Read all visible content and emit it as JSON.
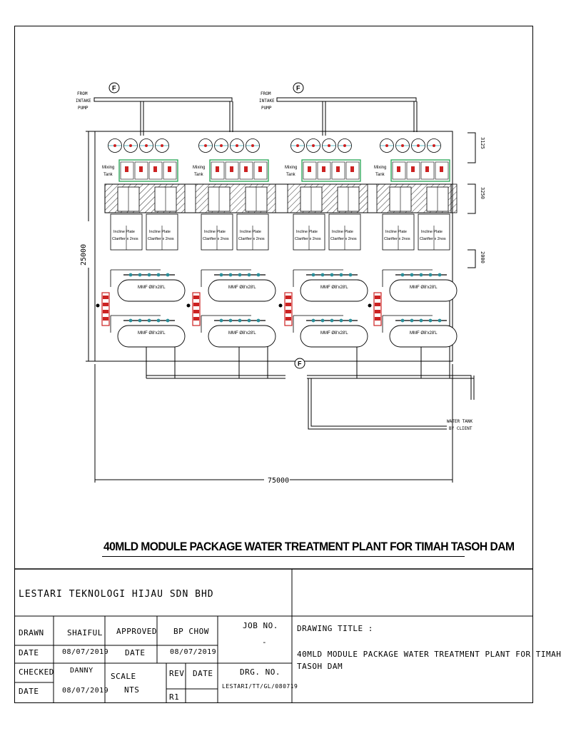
{
  "drawing": {
    "title": "40MLD MODULE PACKAGE WATER TREATMENT PLANT FOR TIMAH TASOH DAM",
    "intake_label_1": "FROM",
    "intake_label_2": "INTAKE",
    "intake_label_3": "PUMP",
    "flow_meter_symbol": "F",
    "mixing_tank_label_1": "Mixing",
    "mixing_tank_label_2": "Tank",
    "clarifier_label_1": "Incline Plate",
    "clarifier_label_2": "Clarifier x 2nos",
    "mmf_label": "MMF Ø8'x28'L",
    "water_tank_label_1": "WATER TANK",
    "water_tank_label_2": "BY CLIENT",
    "dim_width": "75000",
    "dim_height": "25000",
    "dim_row_1": "3125",
    "dim_row_2": "3250",
    "dim_row_3": "2000"
  },
  "title_block": {
    "company": "LESTARI TEKNOLOGI HIJAU SDN BHD",
    "drawn_label": "DRAWN",
    "drawn_value": "SHAIFUL",
    "drawn_date_label": "DATE",
    "drawn_date_value": "08/07/2019",
    "approved_label": "APPROVED",
    "approved_value": "BP CHOW",
    "approved_date_label": "DATE",
    "approved_date_value": "08/07/2019",
    "checked_label": "CHECKED",
    "checked_value": "DANNY",
    "checked_date_label": "DATE",
    "checked_date_value": "08/07/2019",
    "scale_label": "SCALE",
    "scale_value": "NTS",
    "rev_label": "REV",
    "rev_value": "R1",
    "rev_date_label": "DATE",
    "job_no_label": "JOB NO.",
    "job_no_value": "-",
    "drg_no_label": "DRG. NO.",
    "drg_no_value": "LESTARI/TT/GL/080719",
    "drawing_title_label": "DRAWING TITLE :",
    "drawing_title_value_1": "40MLD MODULE PACKAGE WATER TREATMENT PLANT FOR TIMAH",
    "drawing_title_value_2": "TASOH DAM"
  },
  "colors": {
    "line": "#000000",
    "mixing_tank_border": "#22a352",
    "chemical_dosing": "#cc2222",
    "flocculator_accent": "#2aa5b0",
    "valve_accent": "#2a8f9a"
  }
}
